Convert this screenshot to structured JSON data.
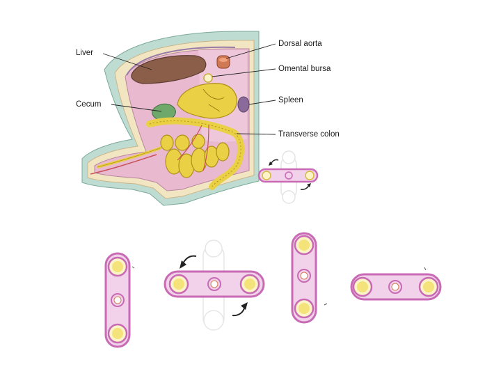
{
  "labels": {
    "liver": "Liver",
    "cecum": "Cecum",
    "dorsal_aorta": "Dorsal aorta",
    "omental_bursa": "Omental bursa",
    "spleen": "Spleen",
    "transverse_colon": "Transverse colon"
  },
  "colors": {
    "ring_outer": "#c86ab4",
    "ring_inner": "#f1d2ea",
    "yellow_core": "#f4e27a",
    "yellow_light": "#fbf4c8",
    "liver": "#8b5e4a",
    "intestine": "#e9d044",
    "body_wall": "#f2e6c2",
    "cavity": "#e8b9cf",
    "peritoneum": "#d9a9c8",
    "teal_skin": "#bfdcd3",
    "spleen": "#8a6a9a",
    "aorta": "#d07a55"
  },
  "icons": {
    "arrows": "curved-arrow-icon"
  }
}
